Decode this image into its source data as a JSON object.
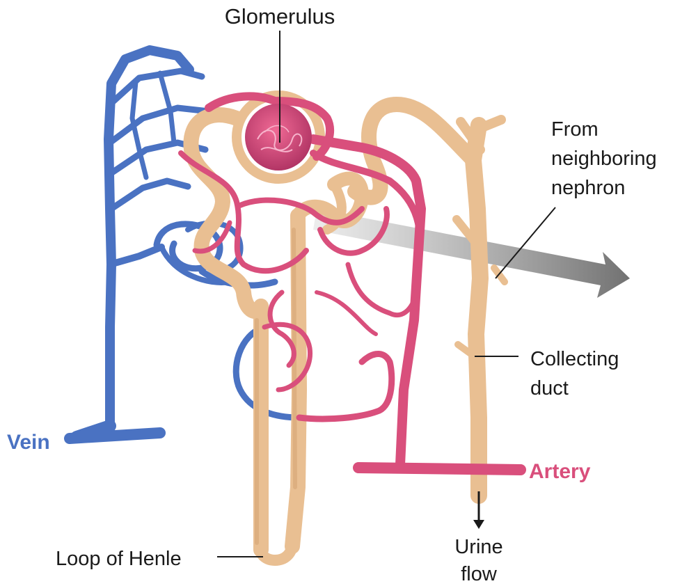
{
  "labels": {
    "glomerulus": "Glomerulus",
    "neighbor_line1": "From",
    "neighbor_line2": "neighboring",
    "neighbor_line3": "nephron",
    "collecting_line1": "Collecting",
    "collecting_line2": "duct",
    "vein": "Vein",
    "artery": "Artery",
    "loop": "Loop of Henle",
    "urine_line1": "Urine",
    "urine_line2": "flow"
  },
  "colors": {
    "vein": "#4a72c2",
    "artery": "#d94f7c",
    "tubule": "#e9bf92",
    "label_text": "#1a1a1a",
    "neighbor_arrow": "#6f6f6f"
  }
}
